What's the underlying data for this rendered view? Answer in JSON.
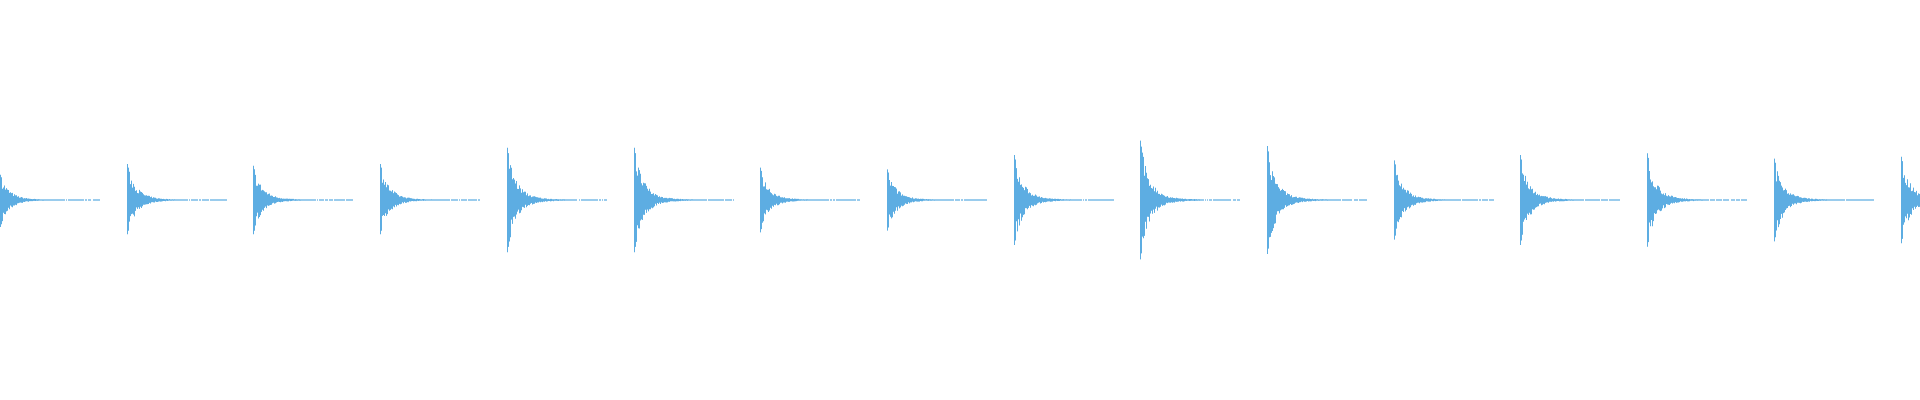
{
  "chart_data": {
    "type": "line",
    "description_kind": "audio-waveform",
    "color": "#5dade2",
    "background": "#ffffff",
    "ylim": [
      -1,
      1
    ],
    "grid": false,
    "legend": "none",
    "transient_count": 16,
    "peak_amplitudes": [
      {
        "pos": 0.14,
        "neg": 0.15
      },
      {
        "pos": 0.2,
        "neg": 0.19
      },
      {
        "pos": 0.19,
        "neg": 0.19
      },
      {
        "pos": 0.2,
        "neg": 0.19
      },
      {
        "pos": 0.29,
        "neg": 0.29
      },
      {
        "pos": 0.29,
        "neg": 0.29
      },
      {
        "pos": 0.18,
        "neg": 0.18
      },
      {
        "pos": 0.17,
        "neg": 0.17
      },
      {
        "pos": 0.25,
        "neg": 0.25
      },
      {
        "pos": 0.33,
        "neg": 0.33
      },
      {
        "pos": 0.3,
        "neg": 0.3
      },
      {
        "pos": 0.22,
        "neg": 0.22
      },
      {
        "pos": 0.25,
        "neg": 0.25
      },
      {
        "pos": 0.26,
        "neg": 0.26
      },
      {
        "pos": 0.23,
        "neg": 0.23
      },
      {
        "pos": 0.24,
        "neg": 0.24
      }
    ]
  }
}
